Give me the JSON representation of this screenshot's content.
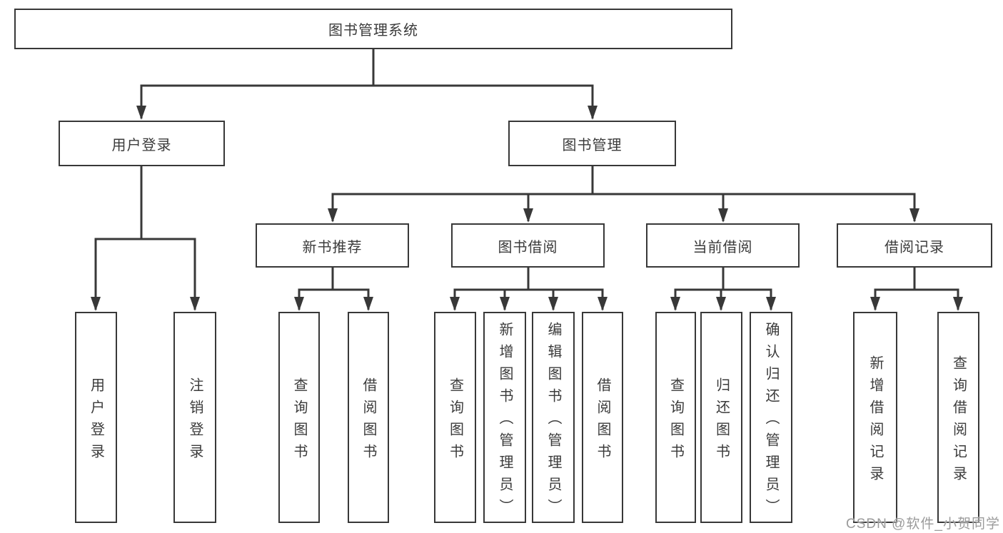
{
  "colors": {
    "line": "#383838",
    "border": "#383838",
    "text": "#3b3b3b",
    "watermark_text": "#9b9b9b",
    "background": "#ffffff"
  },
  "tree": {
    "root": {
      "label": "图书管理系统"
    },
    "user_login": {
      "label": "用户登录",
      "children": {
        "login": "用户登录",
        "logout": "注销登录"
      }
    },
    "book_management": {
      "label": "图书管理",
      "sections": {
        "new_book_recommend": {
          "label": "新书推荐",
          "children": {
            "query_books": "查询图书",
            "borrow_books": "借阅图书"
          }
        },
        "book_borrowing": {
          "label": "图书借阅",
          "children": {
            "query_books": "查询图书",
            "add_books_admin": "新增图书（管理员）",
            "edit_books_admin": "编辑图书（管理员）",
            "borrow_books": "借阅图书"
          }
        },
        "current_borrowing": {
          "label": "当前借阅",
          "children": {
            "query_books": "查询图书",
            "return_books": "归还图书",
            "confirm_return_admin": "确认归还（管理员）"
          }
        },
        "borrow_records": {
          "label": "借阅记录",
          "children": {
            "add_borrow_record": "新增借阅记录",
            "query_borrow_record": "查询借阅记录"
          }
        }
      }
    }
  },
  "watermark": "CSDN @软件_小贺同学"
}
